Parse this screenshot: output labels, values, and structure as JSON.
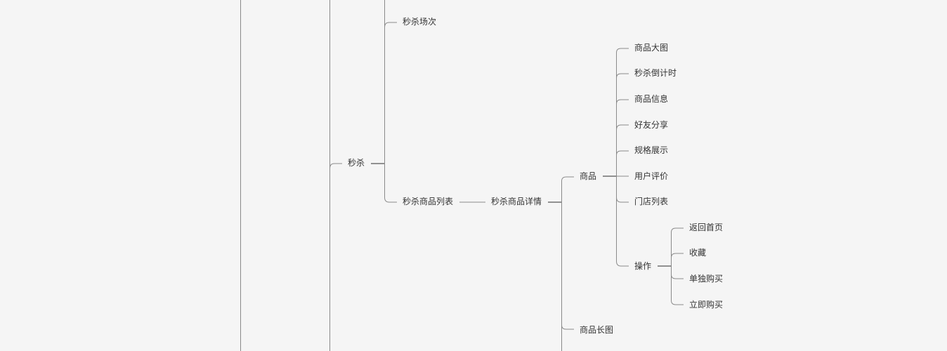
{
  "nodes": {
    "miaosha": "秒杀",
    "changci": "秒杀场次",
    "liebiao": "秒杀商品列表",
    "xiangqing": "秒杀商品详情",
    "shangpin": "商品",
    "datu": "商品大图",
    "daojishi": "秒杀倒计时",
    "xinxi": "商品信息",
    "fenxiang": "好友分享",
    "guige": "规格展示",
    "pingjia": "用户评价",
    "mendian": "门店列表",
    "caozuo": "操作",
    "fanhui": "返回首页",
    "shoucang": "收藏",
    "dandu": "单独购买",
    "liji": "立即购买",
    "changtu": "商品长图"
  },
  "colors": {
    "background": "#f5f5f5",
    "line": "#8a8a8a",
    "text": "#333333"
  }
}
